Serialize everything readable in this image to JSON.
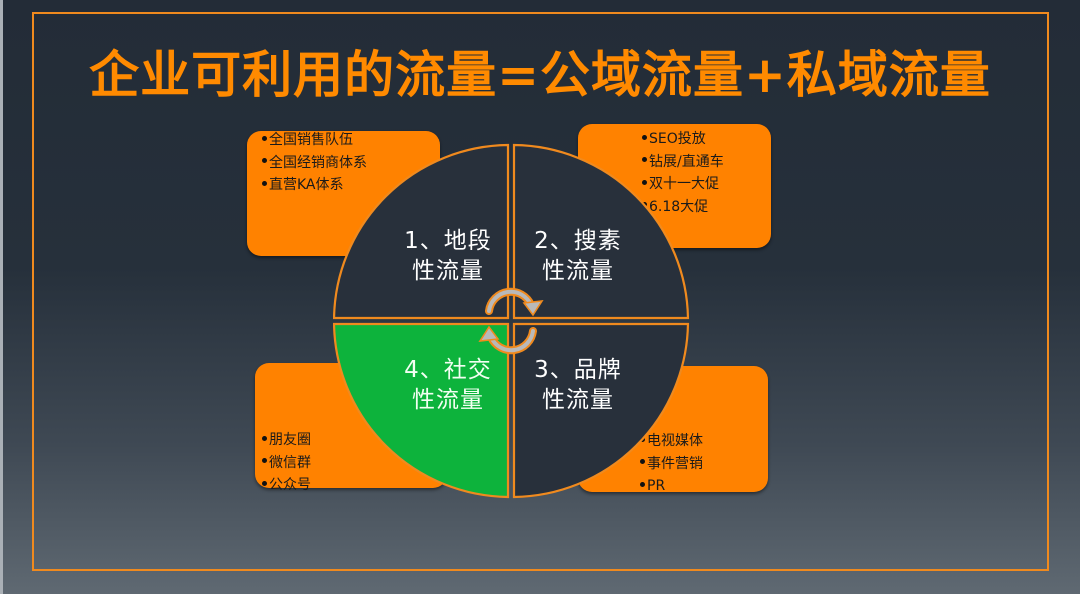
{
  "slide": {
    "title": "企业可利用的流量=公域流量+私域流量",
    "colors": {
      "accent_orange": "#ff8200",
      "title_orange": "#ff8a00",
      "frame_orange": "#f08a1e",
      "background_dark": "#242d38",
      "highlight_green": "#0db33c",
      "quadrant_dark": "#28303b"
    }
  },
  "quadrants": [
    {
      "id": 1,
      "line1": "1、地段",
      "line2": "性流量",
      "fill": "#28303b"
    },
    {
      "id": 2,
      "line1": "2、搜素",
      "line2": "性流量",
      "fill": "#28303b"
    },
    {
      "id": 3,
      "line1": "3、品牌",
      "line2": "性流量",
      "fill": "#28303b"
    },
    {
      "id": 4,
      "line1": "4、社交",
      "line2": "性流量",
      "fill": "#0db33c"
    }
  ],
  "boxes": {
    "top_left": {
      "items": [
        "全国销售队伍",
        "全国经销商体系",
        "直营KA体系"
      ]
    },
    "top_right": {
      "items": [
        "SEO投放",
        "钻展/直通车",
        "双十一大促",
        "6.18大促"
      ]
    },
    "bottom_left": {
      "items": [
        "朋友圈",
        "微信群",
        "公众号"
      ]
    },
    "bottom_right": {
      "items": [
        "电视媒体",
        "事件营销",
        "PR"
      ]
    }
  },
  "center_icon": "cycle-arrows-icon"
}
